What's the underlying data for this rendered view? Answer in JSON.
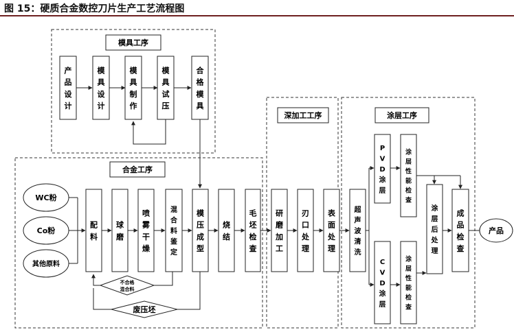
{
  "title": "图 15：硬质合金数控刀片生产工艺流程图",
  "sections": {
    "mold": "模具工序",
    "alloy": "合金工序",
    "deep": "深加工工序",
    "coating": "涂层工序"
  },
  "nodes": {
    "product_design": "产品设计",
    "mold_design": "模具设计",
    "mold_make": "模具制作",
    "mold_trial": "模具试压",
    "qualified_mold": "合格模具",
    "wc": "WC粉",
    "co": "Co粉",
    "other": "其他原料",
    "batching": "配料",
    "ball_mill": "球磨",
    "spray_dry": "喷雾干燥",
    "mix_check": "混合料鉴定",
    "press": "模压成型",
    "sinter": "烧结",
    "blank_check": "毛坯检查",
    "grinding": "研磨加工",
    "edge": "刃口处理",
    "surface": "表面处理",
    "ultra_clean": "超声波清洗",
    "pvd": "PVD涂层",
    "cvd": "CVD涂层",
    "pvd_check": "涂层性能检查",
    "cvd_check": "涂层性能检查",
    "post_treat": "涂层后处理",
    "final_check": "成品检查",
    "product": "产品",
    "unqualified_line1": "不合格",
    "unqualified_line2": "混合料",
    "waste": "废压坯"
  },
  "colors": {
    "line": "#222222",
    "title_rule": "#6d1f1f"
  }
}
